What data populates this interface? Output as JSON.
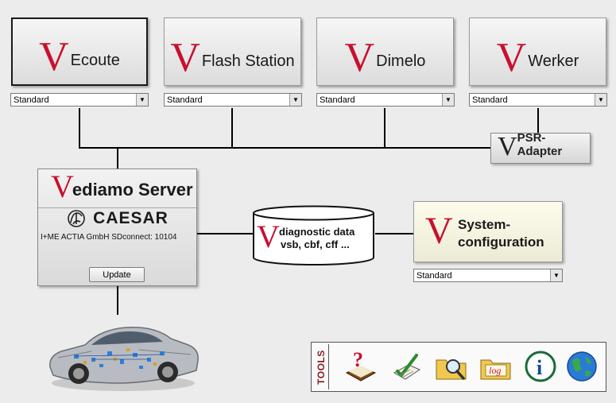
{
  "tiles": [
    {
      "name": "Ecoute",
      "logo": "V",
      "selected": "Standard",
      "active": true
    },
    {
      "name": "Flash Station",
      "logo": "V",
      "selected": "Standard",
      "active": false
    },
    {
      "name": "Dimelo",
      "logo": "V",
      "selected": "Standard",
      "active": false
    },
    {
      "name": "Werker",
      "logo": "V",
      "selected": "Standard",
      "active": false
    }
  ],
  "psr_adapter": {
    "logo": "V",
    "label": "PSR-Adapter"
  },
  "server": {
    "logo": "V",
    "title": "ediamo Server",
    "caesar_label": "CAESAR",
    "connection": "I+ME ACTIA GmbH SDconnect: 10104",
    "update_button": "Update"
  },
  "database": {
    "logo": "V",
    "line1": "diagnostic data",
    "line2": "vsb, cbf, cff ..."
  },
  "system_config": {
    "logo": "V",
    "line1": "System-",
    "line2": "configuration",
    "selected": "Standard"
  },
  "tools": {
    "label": "TOOLS",
    "items": [
      {
        "icon": "help-book-icon"
      },
      {
        "icon": "checklist-icon"
      },
      {
        "icon": "folder-search-icon"
      },
      {
        "icon": "log-folder-icon",
        "text": "log"
      },
      {
        "icon": "info-icon",
        "text": "i"
      },
      {
        "icon": "globe-icon"
      }
    ]
  },
  "colors": {
    "brand_red": "#c8102e",
    "background": "#ececec",
    "sys_bg": "#fdfcec"
  }
}
